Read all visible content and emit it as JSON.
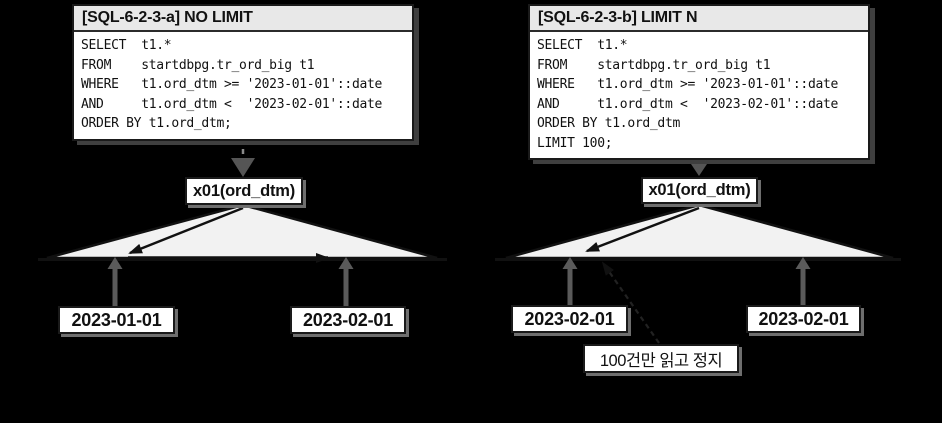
{
  "colors": {
    "background": "#000000",
    "box_fill": "#ffffff",
    "title_fill": "#e8e8e8",
    "border": "#1a1a1a",
    "triangle_fill": "#f2f2f2",
    "gray_arrow": "#5a5a5a"
  },
  "panels": [
    {
      "sql_box": {
        "title": "[SQL-6-2-3-a] NO LIMIT",
        "lines": [
          "SELECT  t1.*",
          "FROM    startdbpg.tr_ord_big t1",
          "WHERE   t1.ord_dtm >= '2023-01-01'::date",
          "AND     t1.ord_dtm <  '2023-02-01'::date",
          "ORDER BY t1.ord_dtm;"
        ]
      },
      "index_label": "x01(ord_dtm)",
      "leaf_left": "2023-01-01",
      "leaf_right": "2023-02-01"
    },
    {
      "sql_box": {
        "title": "[SQL-6-2-3-b] LIMIT N",
        "lines": [
          "SELECT  t1.*",
          "FROM    startdbpg.tr_ord_big t1",
          "WHERE   t1.ord_dtm >= '2023-01-01'::date",
          "AND     t1.ord_dtm <  '2023-02-01'::date",
          "ORDER BY t1.ord_dtm",
          "LIMIT 100;"
        ]
      },
      "index_label": "x01(ord_dtm)",
      "leaf_left": "2023-02-01",
      "leaf_right": "2023-02-01",
      "annotation": "100건만 읽고 정지"
    }
  ]
}
